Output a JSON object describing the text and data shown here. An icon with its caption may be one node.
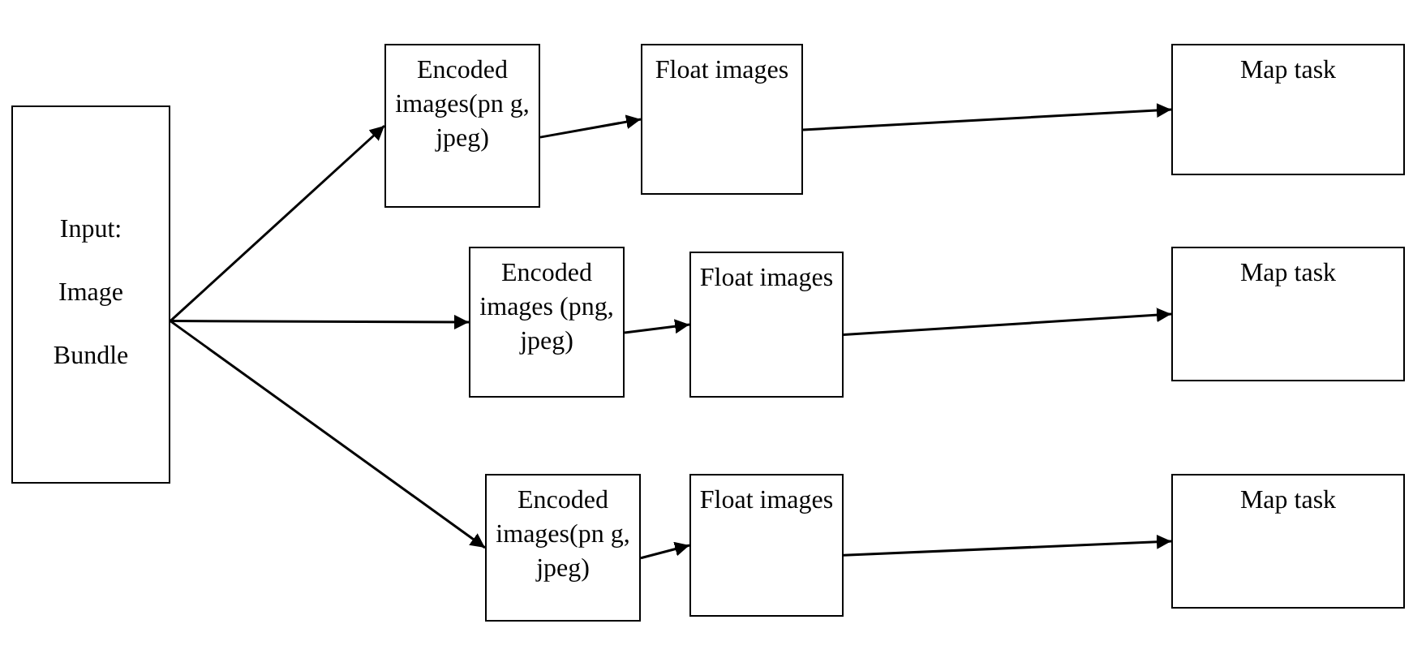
{
  "diagram": {
    "nodes": [
      {
        "text": [
          "Input:",
          "Image",
          "Bundle"
        ]
      },
      {
        "text": [
          "Encoded images(pn g, jpeg)"
        ]
      },
      {
        "text": [
          "Float images"
        ]
      },
      {
        "text": [
          "Map task"
        ]
      },
      {
        "text": [
          "Encoded images (png, jpeg)"
        ]
      },
      {
        "text": [
          "Float images"
        ]
      },
      {
        "text": [
          "Map task"
        ]
      },
      {
        "text": [
          "Encoded images(pn g, jpeg)"
        ]
      },
      {
        "text": [
          "Float images"
        ]
      },
      {
        "text": [
          "Map task"
        ]
      }
    ],
    "edges": [
      {
        "from": 0,
        "to": 1,
        "arrow": "to"
      },
      {
        "from": 0,
        "to": 4,
        "arrow": "to"
      },
      {
        "from": 0,
        "to": 7,
        "arrow": "to"
      },
      {
        "from": 1,
        "to": 2,
        "arrow": "to"
      },
      {
        "from": 2,
        "to": 3,
        "arrow": "to"
      },
      {
        "from": 4,
        "to": 5,
        "arrow": "to"
      },
      {
        "from": 5,
        "to": 6,
        "arrow": "to"
      },
      {
        "from": 7,
        "to": 8,
        "arrow": "to"
      },
      {
        "from": 8,
        "to": 9,
        "arrow": "to"
      }
    ]
  }
}
